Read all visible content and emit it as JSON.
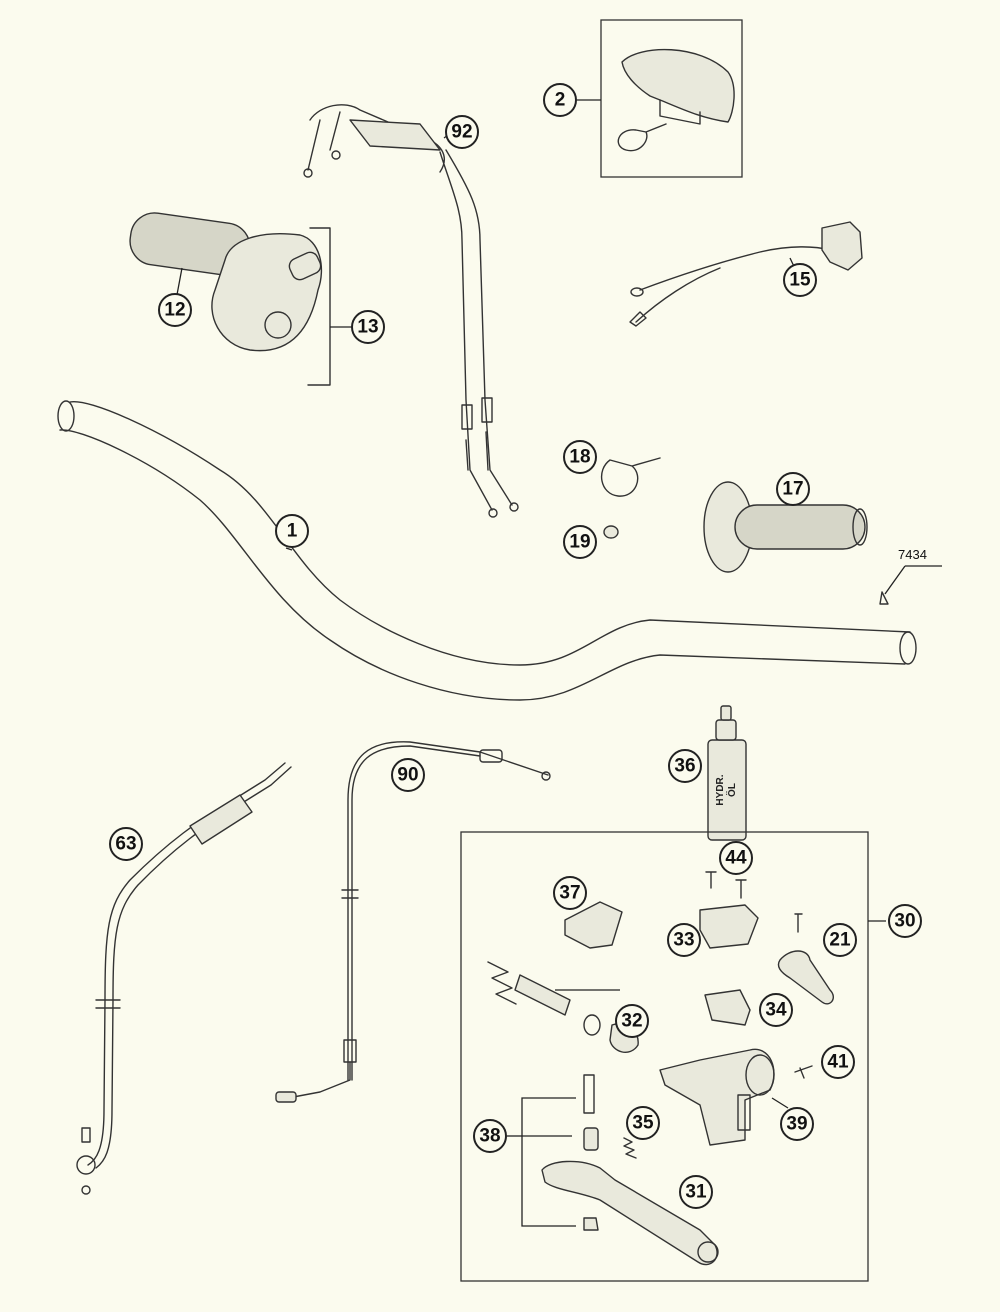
{
  "callouts": {
    "c1": "1",
    "c2": "2",
    "c12": "12",
    "c13": "13",
    "c15": "15",
    "c17": "17",
    "c18": "18",
    "c19": "19",
    "c21": "21",
    "c30": "30",
    "c31": "31",
    "c32": "32",
    "c33": "33",
    "c34": "34",
    "c35": "35",
    "c36": "36",
    "c37": "37",
    "c38": "38",
    "c39": "39",
    "c41": "41",
    "c44": "44",
    "c63": "63",
    "c90": "90",
    "c92": "92"
  },
  "ref_7434": "7434",
  "bottle_label_line1": "HYDR.",
  "bottle_label_line2": "ÖL",
  "colors": {
    "background": "#fbfbee",
    "line": "#333333"
  }
}
